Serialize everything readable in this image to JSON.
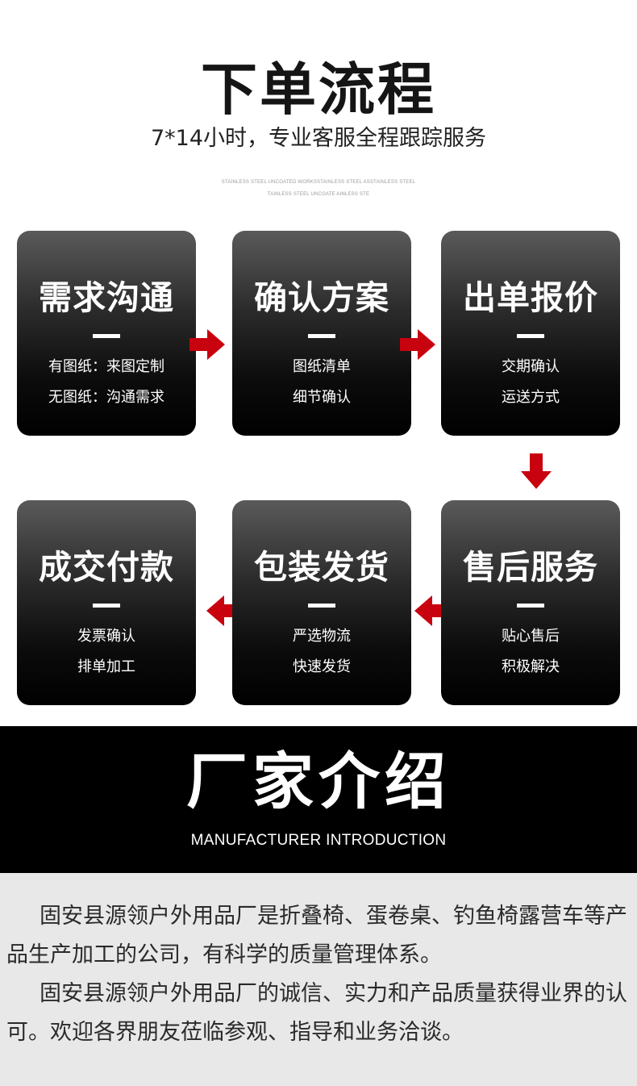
{
  "header": {
    "title": "下单流程",
    "subtitle": "7*14小时，专业客服全程跟踪服务",
    "fine_print_1": "STAINLESS STEEL UNCOATED WORKSSTAINLESS STEEL ASSTAINLESS STEEL",
    "fine_print_2": "TAINLESS STEEL UNCOATE AINLESS STE"
  },
  "steps": [
    {
      "title": "需求沟通",
      "line1": "有图纸：来图定制",
      "line2": "无图纸：沟通需求"
    },
    {
      "title": "确认方案",
      "line1": "图纸清单",
      "line2": "细节确认"
    },
    {
      "title": "出单报价",
      "line1": "交期确认",
      "line2": "运送方式"
    },
    {
      "title": "售后服务",
      "line1": "贴心售后",
      "line2": "积极解决"
    },
    {
      "title": "包装发货",
      "line1": "严选物流",
      "line2": "快速发货"
    },
    {
      "title": "成交付款",
      "line1": "发票确认",
      "line2": "排单加工"
    }
  ],
  "arrow_color": "#c9020f",
  "manufacturer": {
    "title": "厂家介绍",
    "subtitle": "MANUFACTURER INTRODUCTION"
  },
  "intro": {
    "paragraph1": "固安县源领户外用品厂是折叠椅、蛋卷桌、钓鱼椅露营车等产品生产加工的公司，有科学的质量管理体系。",
    "paragraph2": "固安县源领户外用品厂的诚信、实力和产品质量获得业界的认可。欢迎各界朋友莅临参观、指导和业务洽谈。"
  }
}
